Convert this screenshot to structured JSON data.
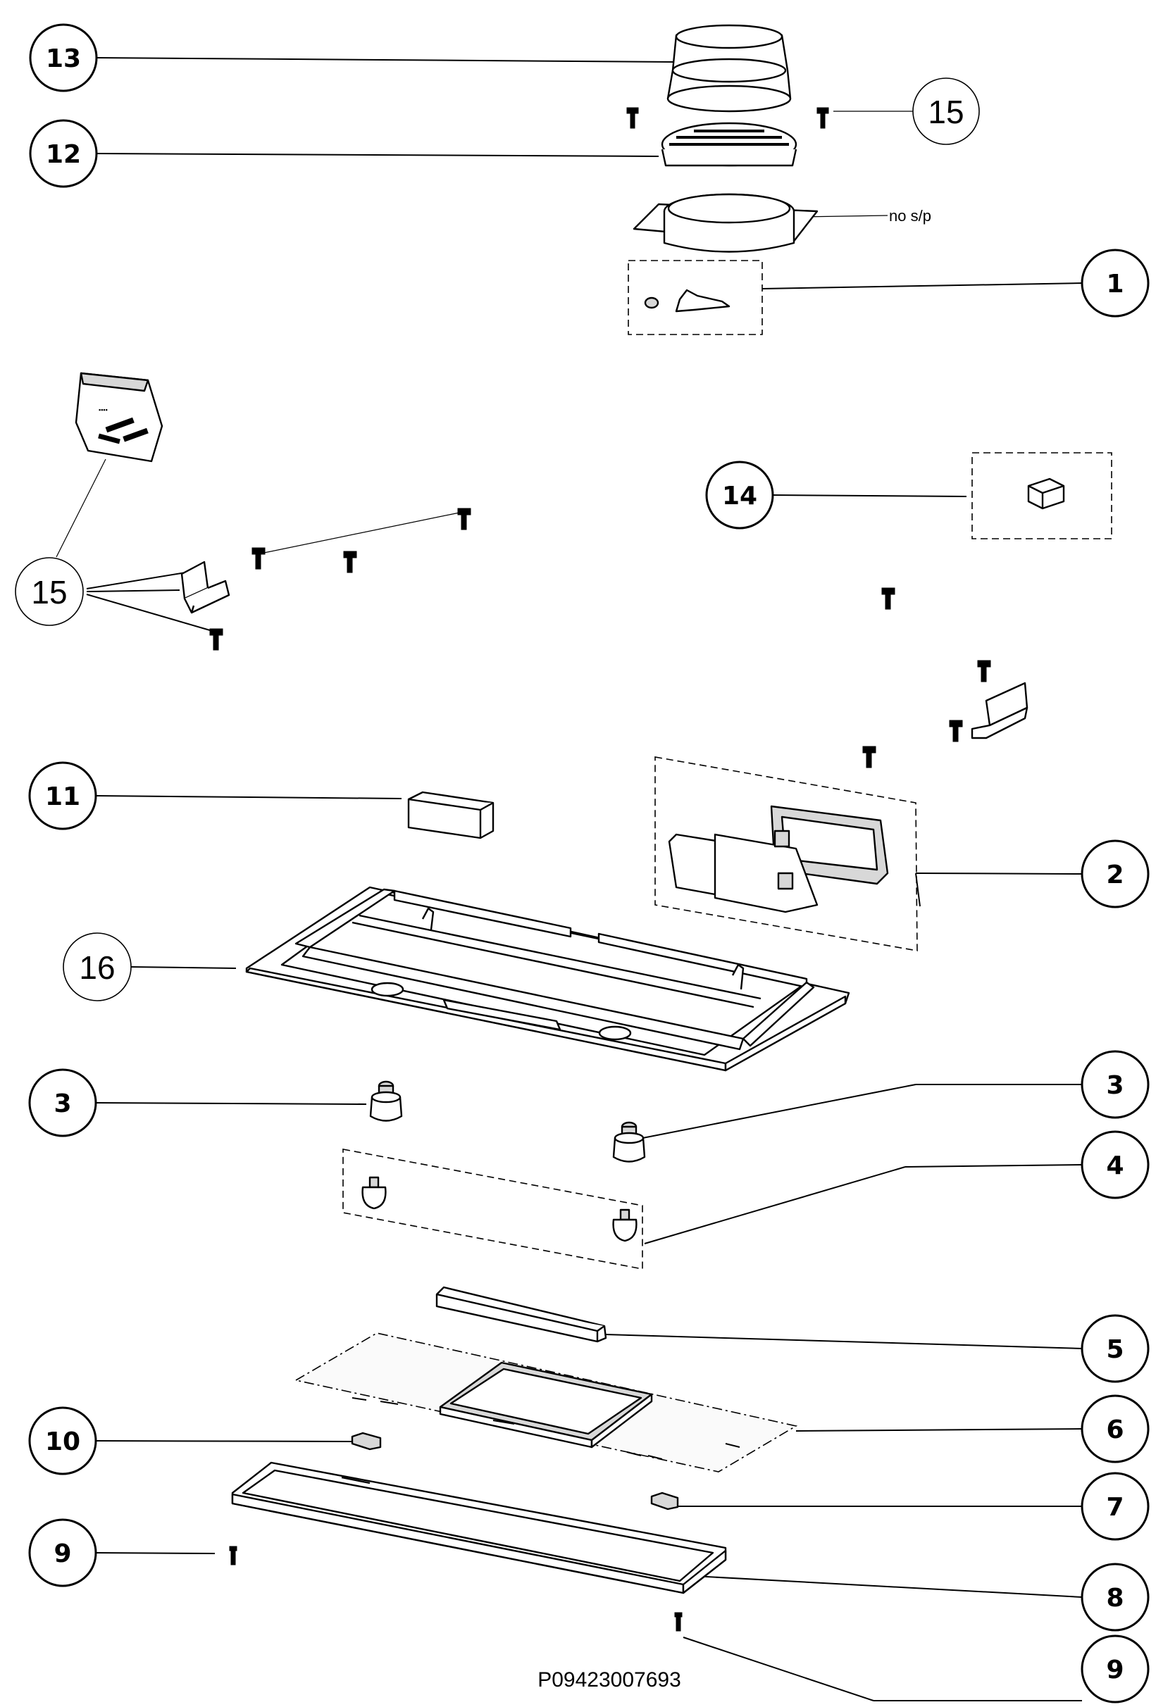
{
  "diagram": {
    "callouts": {
      "c13": "13",
      "c12": "12",
      "c15_top": "15",
      "c1": "1",
      "c14": "14",
      "c15_left": "15",
      "c11": "11",
      "c2": "2",
      "c16": "16",
      "c3_left": "3",
      "c3_right": "3",
      "c4": "4",
      "c5": "5",
      "c6": "6",
      "c10": "10",
      "c7": "7",
      "c9_left": "9",
      "c8": "8",
      "c9_right": "9"
    },
    "no_sp_note": "no s/p",
    "drawing_number": "P09423007693"
  }
}
